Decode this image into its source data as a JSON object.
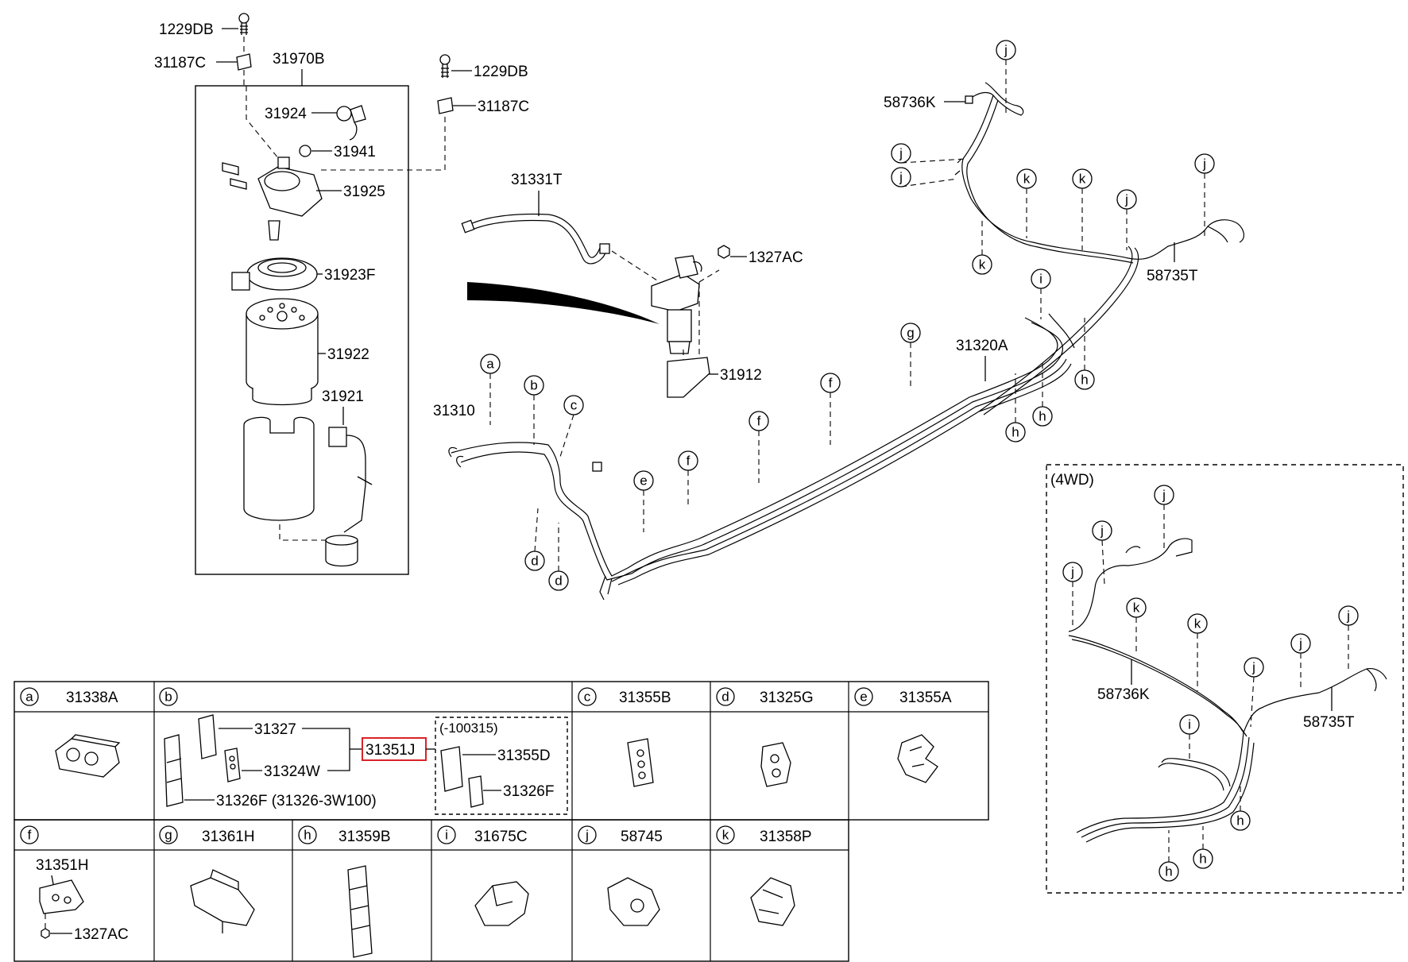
{
  "main_labels": {
    "bolt_top": "1229DB",
    "bracket_top": "31187C",
    "assembly": "31970B",
    "bolt_right": "1229DB",
    "bracket_right": "31187C",
    "sensor": "31924",
    "oring": "31941",
    "head": "31925",
    "adapter": "31923F",
    "filter": "31922",
    "heater": "31921",
    "tube_top": "31331T",
    "nut": "1327AC",
    "bracket_mid": "31912",
    "tube_front": "31310",
    "tube_main": "31320A",
    "tube_k": "58736K",
    "tube_t": "58735T"
  },
  "wd4": {
    "title": "(4WD)",
    "tube_k": "58736K",
    "tube_t": "58735T"
  },
  "callouts": [
    {
      "letter": "a"
    },
    {
      "letter": "b"
    },
    {
      "letter": "c"
    },
    {
      "letter": "d"
    },
    {
      "letter": "d"
    },
    {
      "letter": "e"
    },
    {
      "letter": "f"
    },
    {
      "letter": "f"
    },
    {
      "letter": "f"
    },
    {
      "letter": "g"
    },
    {
      "letter": "h"
    },
    {
      "letter": "h"
    },
    {
      "letter": "h"
    },
    {
      "letter": "i"
    },
    {
      "letter": "j"
    },
    {
      "letter": "j"
    },
    {
      "letter": "j"
    },
    {
      "letter": "j"
    },
    {
      "letter": "j"
    },
    {
      "letter": "k"
    },
    {
      "letter": "k"
    },
    {
      "letter": "k"
    }
  ],
  "callouts_4wd": [
    {
      "letter": "j"
    },
    {
      "letter": "j"
    },
    {
      "letter": "j"
    },
    {
      "letter": "k"
    },
    {
      "letter": "k"
    },
    {
      "letter": "j"
    },
    {
      "letter": "j"
    },
    {
      "letter": "j"
    },
    {
      "letter": "i"
    },
    {
      "letter": "h"
    },
    {
      "letter": "h"
    },
    {
      "letter": "h"
    }
  ],
  "table": {
    "a": {
      "letter": "a",
      "part": "31338A"
    },
    "b": {
      "letter": "b",
      "p1": "31327",
      "p2": "31324W",
      "p3": "31326F (31326-3W100)",
      "highlight": "31351J",
      "sub_title": "(-100315)",
      "sub_p1": "31355D",
      "sub_p2": "31326F"
    },
    "c": {
      "letter": "c",
      "part": "31355B"
    },
    "d": {
      "letter": "d",
      "part": "31325G"
    },
    "e": {
      "letter": "e",
      "part": "31355A"
    },
    "f": {
      "letter": "f",
      "p1": "31351H",
      "p2": "1327AC"
    },
    "g": {
      "letter": "g",
      "part": "31361H"
    },
    "h": {
      "letter": "h",
      "part": "31359B"
    },
    "i": {
      "letter": "i",
      "part": "31675C"
    },
    "j": {
      "letter": "j",
      "part": "58745"
    },
    "k": {
      "letter": "k",
      "part": "31358P"
    }
  },
  "colors": {
    "highlight": "#d9232a",
    "line": "#000000"
  }
}
